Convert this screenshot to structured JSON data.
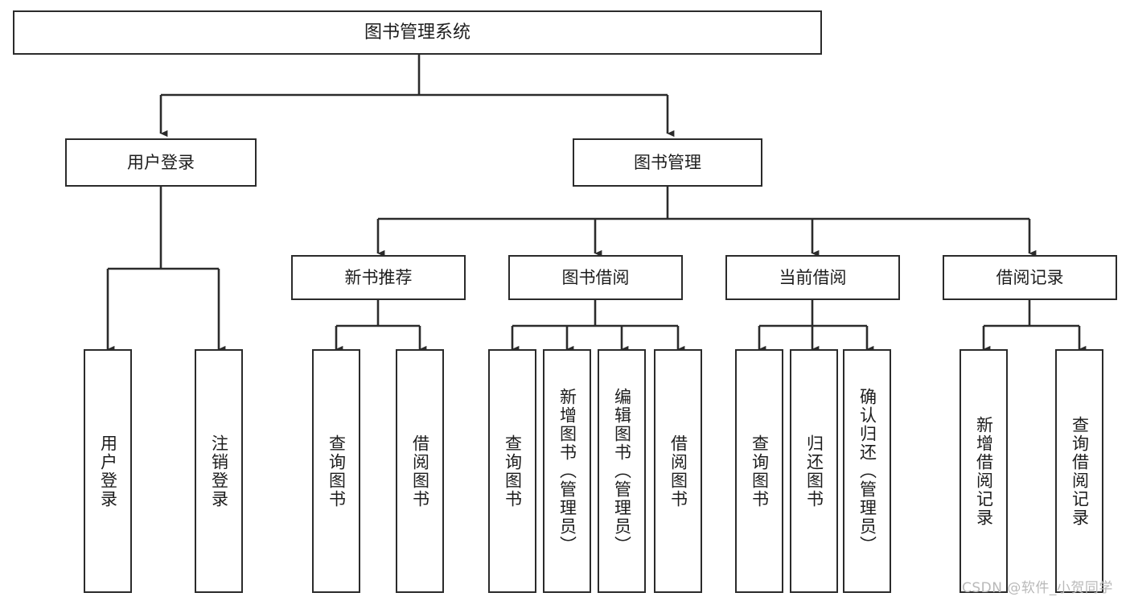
{
  "diagram": {
    "type": "tree-hierarchy-diagram",
    "title": "图书管理系统",
    "stroke_color": "#2b2b2b",
    "fill_color": "#ffffff",
    "text_color": "#1d1d1d",
    "root": {
      "id": "root",
      "label": "图书管理系统"
    },
    "level2": [
      {
        "id": "user-login",
        "label": "用户登录"
      },
      {
        "id": "book-management",
        "label": "图书管理"
      }
    ],
    "level3": [
      {
        "id": "new-book-recommend",
        "label": "新书推荐",
        "parent": "book-management"
      },
      {
        "id": "book-borrow",
        "label": "图书借阅",
        "parent": "book-management"
      },
      {
        "id": "current-borrow",
        "label": "当前借阅",
        "parent": "book-management"
      },
      {
        "id": "borrow-record",
        "label": "借阅记录",
        "parent": "book-management"
      }
    ],
    "leaves": {
      "user_login": [
        {
          "id": "leaf-user-login",
          "label": "用户登录"
        },
        {
          "id": "leaf-user-logout",
          "label": "注销登录"
        }
      ],
      "new_book_recommend": [
        {
          "id": "leaf-query-book-1",
          "label": "查询图书"
        },
        {
          "id": "leaf-borrow-book-1",
          "label": "借阅图书"
        }
      ],
      "book_borrow": [
        {
          "id": "leaf-query-book-2",
          "label": "查询图书"
        },
        {
          "id": "leaf-add-book",
          "label": "新增图书（管理员）"
        },
        {
          "id": "leaf-edit-book",
          "label": "编辑图书（管理员）"
        },
        {
          "id": "leaf-borrow-book-2",
          "label": "借阅图书"
        }
      ],
      "current_borrow": [
        {
          "id": "leaf-query-book-3",
          "label": "查询图书"
        },
        {
          "id": "leaf-return-book",
          "label": "归还图书"
        },
        {
          "id": "leaf-confirm-return",
          "label": "确认归还（管理员）"
        }
      ],
      "borrow_record": [
        {
          "id": "leaf-add-record",
          "label": "新增借阅记录"
        },
        {
          "id": "leaf-query-record",
          "label": "查询借阅记录"
        }
      ]
    }
  },
  "watermark": {
    "text": "CSDN @软件_小贺同学"
  }
}
